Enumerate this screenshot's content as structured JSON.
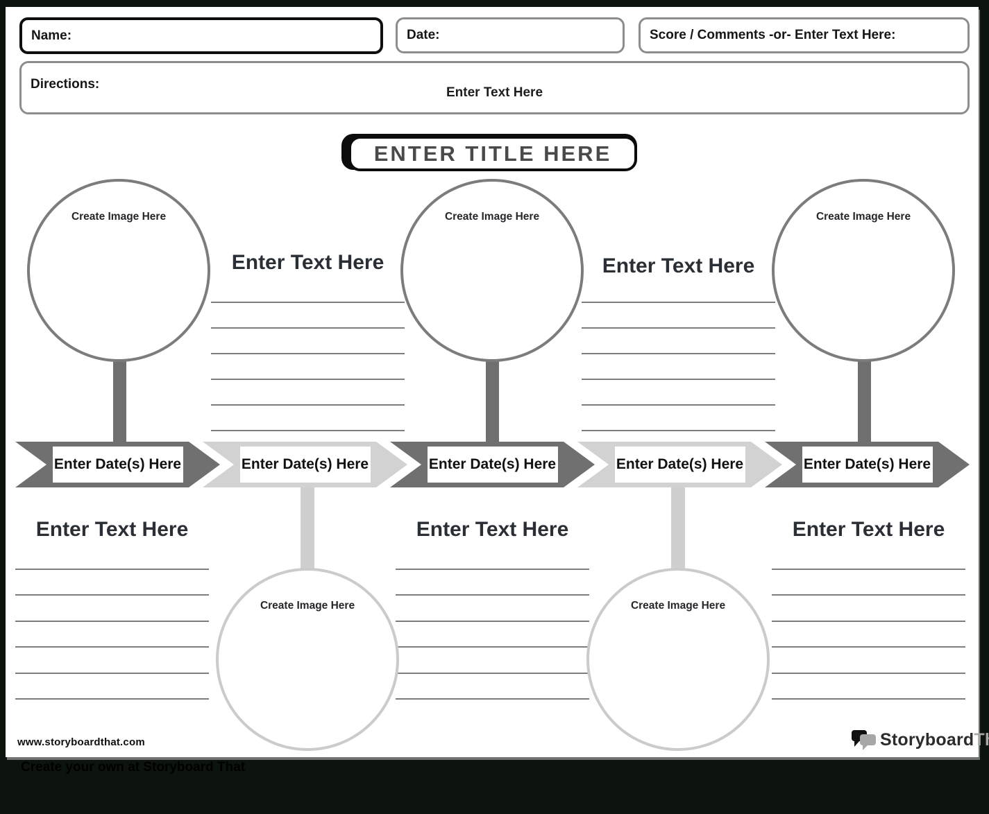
{
  "header": {
    "name_label": "Name:",
    "date_label": "Date:",
    "score_label": "Score / Comments -or- Enter Text Here:",
    "directions_label": "Directions:",
    "directions_placeholder": "Enter Text Here"
  },
  "title": {
    "text": "ENTER TITLE HERE"
  },
  "timeline": {
    "arrows": [
      {
        "label": "Enter Date(s) Here",
        "tone": "dark"
      },
      {
        "label": "Enter Date(s) Here",
        "tone": "light"
      },
      {
        "label": "Enter Date(s) Here",
        "tone": "dark"
      },
      {
        "label": "Enter Date(s) Here",
        "tone": "light"
      },
      {
        "label": "Enter Date(s) Here",
        "tone": "dark"
      }
    ]
  },
  "image_circles": [
    {
      "label": "Create Image Here",
      "position": "top"
    },
    {
      "label": "Create Image Here",
      "position": "top"
    },
    {
      "label": "Create Image Here",
      "position": "top"
    },
    {
      "label": "Create Image Here",
      "position": "bottom"
    },
    {
      "label": "Create Image Here",
      "position": "bottom"
    }
  ],
  "text_sections": [
    {
      "heading": "Enter Text Here",
      "row": "top",
      "lines": 6
    },
    {
      "heading": "Enter Text Here",
      "row": "top",
      "lines": 6
    },
    {
      "heading": "Enter Text Here",
      "row": "bottom",
      "lines": 6
    },
    {
      "heading": "Enter Text Here",
      "row": "bottom",
      "lines": 6
    },
    {
      "heading": "Enter Text Here",
      "row": "bottom",
      "lines": 6
    }
  ],
  "footer": {
    "website": "www.storyboardthat.com",
    "logo": {
      "storyboard": "Storyboard",
      "that": "That"
    },
    "tagline": "Create your own at Storyboard That"
  },
  "colors": {
    "background": "#0c140d",
    "paper": "#ffffff",
    "arrow_dark": "#707070",
    "arrow_light": "#d2d2d2",
    "circle_border_top": "#7c7c7c",
    "circle_border_bottom": "#cbcbcb",
    "rule_line": "#7d7d7d",
    "heading_text": "#2a2f36",
    "logo_gray": "#a7a7a7"
  }
}
